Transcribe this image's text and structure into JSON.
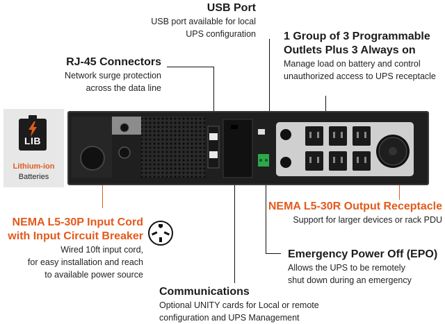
{
  "callouts": {
    "usb_port": {
      "title": "USB Port",
      "desc": [
        "USB port available for local",
        "UPS configuration"
      ]
    },
    "rj45": {
      "title": "RJ-45 Connectors",
      "desc": [
        "Network surge protection",
        "across the data line"
      ]
    },
    "outlets": {
      "title": [
        "1 Group of 3 Programmable",
        "Outlets Plus 3 Always on"
      ],
      "desc": [
        "Manage load on battery and control",
        "unauthorized access to UPS receptacle"
      ]
    },
    "nema_l530r": {
      "title": "NEMA L5-30R Output Receptacle",
      "desc": [
        "Support for larger devices or rack PDU"
      ]
    },
    "nema_l530p": {
      "title": [
        "NEMA L5-30P Input Cord",
        "with Input Circuit Breaker"
      ],
      "desc": [
        "Wired 10ft input cord,",
        "for easy installation and reach",
        "to available power source"
      ]
    },
    "epo": {
      "title": "Emergency Power Off (EPO)",
      "desc": [
        "Allows the UPS to be remotely",
        "shut down during an emergency"
      ]
    },
    "communications": {
      "title": "Communications",
      "desc": [
        "Optional UNITY cards for Local or remote",
        "configuration and UPS Management"
      ]
    }
  },
  "badge": {
    "text": "LIB",
    "line1": "Lithium-ion",
    "line2": "Batteries"
  },
  "colors": {
    "accent": "#e25a1c",
    "panel": "#1f1f1f",
    "text": "#1b1b1b"
  },
  "icons": [
    "battery-icon",
    "lightning-bolt-icon",
    "nema-plug-icon"
  ]
}
